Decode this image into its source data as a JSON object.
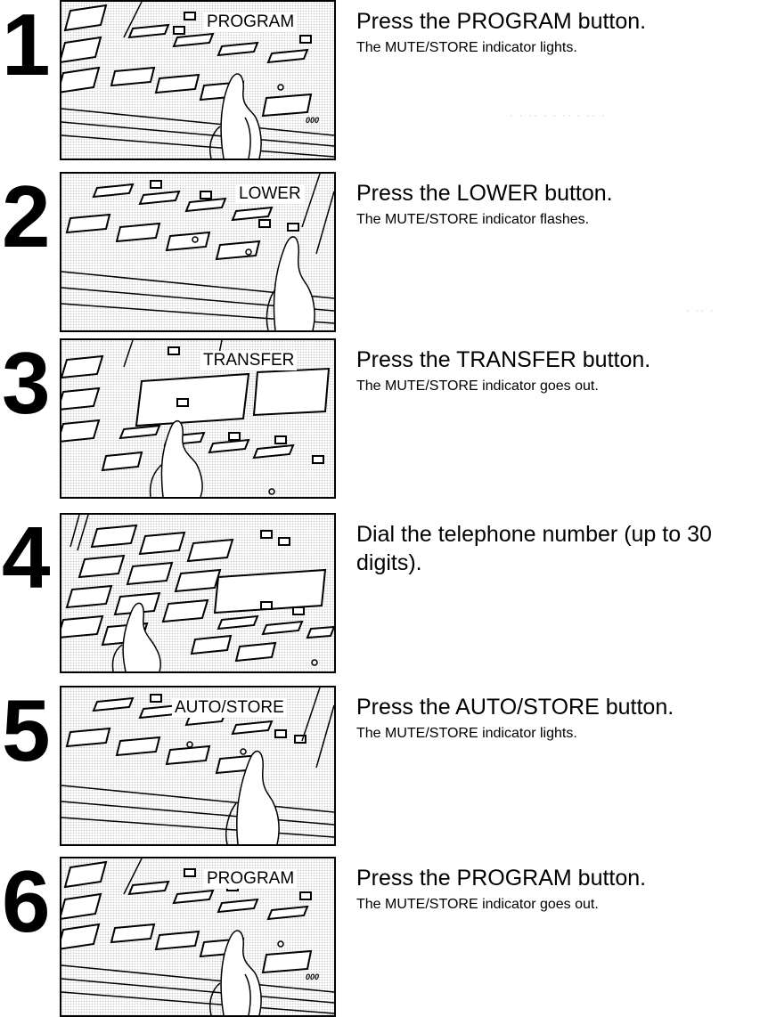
{
  "steps": [
    {
      "number": "1",
      "panel_label": "PROGRAM",
      "title": "Press the PROGRAM button.",
      "subtitle": "The MUTE/STORE indicator lights."
    },
    {
      "number": "2",
      "panel_label": "LOWER",
      "title": "Press the LOWER button.",
      "subtitle": "The MUTE/STORE indicator flashes."
    },
    {
      "number": "3",
      "panel_label": "TRANSFER",
      "title": "Press the TRANSFER button.",
      "subtitle": "The MUTE/STORE indicator goes out."
    },
    {
      "number": "4",
      "panel_label": "",
      "title": "Dial the telephone number (up to 30 digits).",
      "subtitle": ""
    },
    {
      "number": "5",
      "panel_label": "AUTO/STORE",
      "title": "Press the AUTO/STORE button.",
      "subtitle": "The MUTE/STORE indicator lights."
    },
    {
      "number": "6",
      "panel_label": "PROGRAM",
      "title": "Press the PROGRAM button.",
      "subtitle": "The MUTE/STORE indicator goes out."
    }
  ],
  "panel_misc": {
    "key_code": "000"
  }
}
